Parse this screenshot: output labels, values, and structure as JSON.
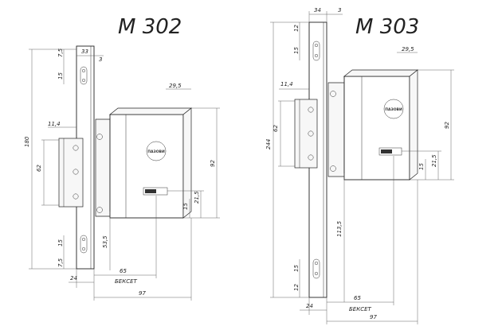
{
  "titles": {
    "left": "M 302",
    "right": "M 303"
  },
  "brand": "ПАЗОВИ",
  "left": {
    "dims": {
      "top_7_5": "7,5",
      "top_15": "15",
      "w33": "33",
      "w3": "3",
      "h180": "180",
      "h62": "62",
      "w11_4": "11,4",
      "w29_5": "29,5",
      "h92": "92",
      "h21_5": "21,5",
      "h15b": "15",
      "h53_5": "53,5",
      "bot_15": "15",
      "bot_7_5": "7,5",
      "w24": "24",
      "w65": "65",
      "backset": "БЕКСЕТ",
      "w97": "97"
    }
  },
  "right": {
    "dims": {
      "w34": "34",
      "w3": "3",
      "top_12": "12",
      "top_15": "15",
      "w29_5": "29,5",
      "h244": "244",
      "h62": "62",
      "w11_4": "11,4",
      "h92": "92",
      "h21_5": "21,5",
      "h15b": "15",
      "h113_5": "113,5",
      "bot_15": "15",
      "bot_12": "12",
      "w24": "24",
      "w65": "65",
      "backset": "БЕКСЕТ",
      "w97": "97"
    }
  }
}
